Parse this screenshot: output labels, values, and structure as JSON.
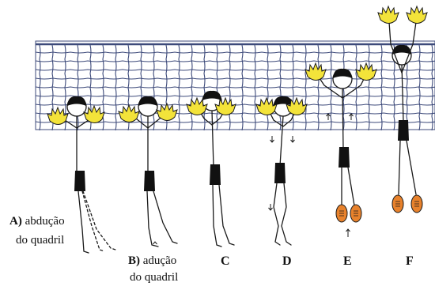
{
  "figure": {
    "colors": {
      "ink": "#1a1a1a",
      "net": "#3d4a7a",
      "glove": "#f3e33a",
      "shoe": "#e8822c",
      "hair": "#111111",
      "shorts": "#111111"
    },
    "panels": [
      {
        "letter": "A",
        "suffix": ")",
        "caption_line1": "abdução",
        "caption_line2": "do quadril"
      },
      {
        "letter": "B",
        "suffix": ")",
        "caption_line1": "adução",
        "caption_line2": "do quadril"
      },
      {
        "letter": "C",
        "suffix": "",
        "caption_line1": "",
        "caption_line2": ""
      },
      {
        "letter": "D",
        "suffix": "",
        "caption_line1": "",
        "caption_line2": ""
      },
      {
        "letter": "E",
        "suffix": "",
        "caption_line1": "",
        "caption_line2": ""
      },
      {
        "letter": "F",
        "suffix": "",
        "caption_line1": "",
        "caption_line2": ""
      }
    ]
  }
}
